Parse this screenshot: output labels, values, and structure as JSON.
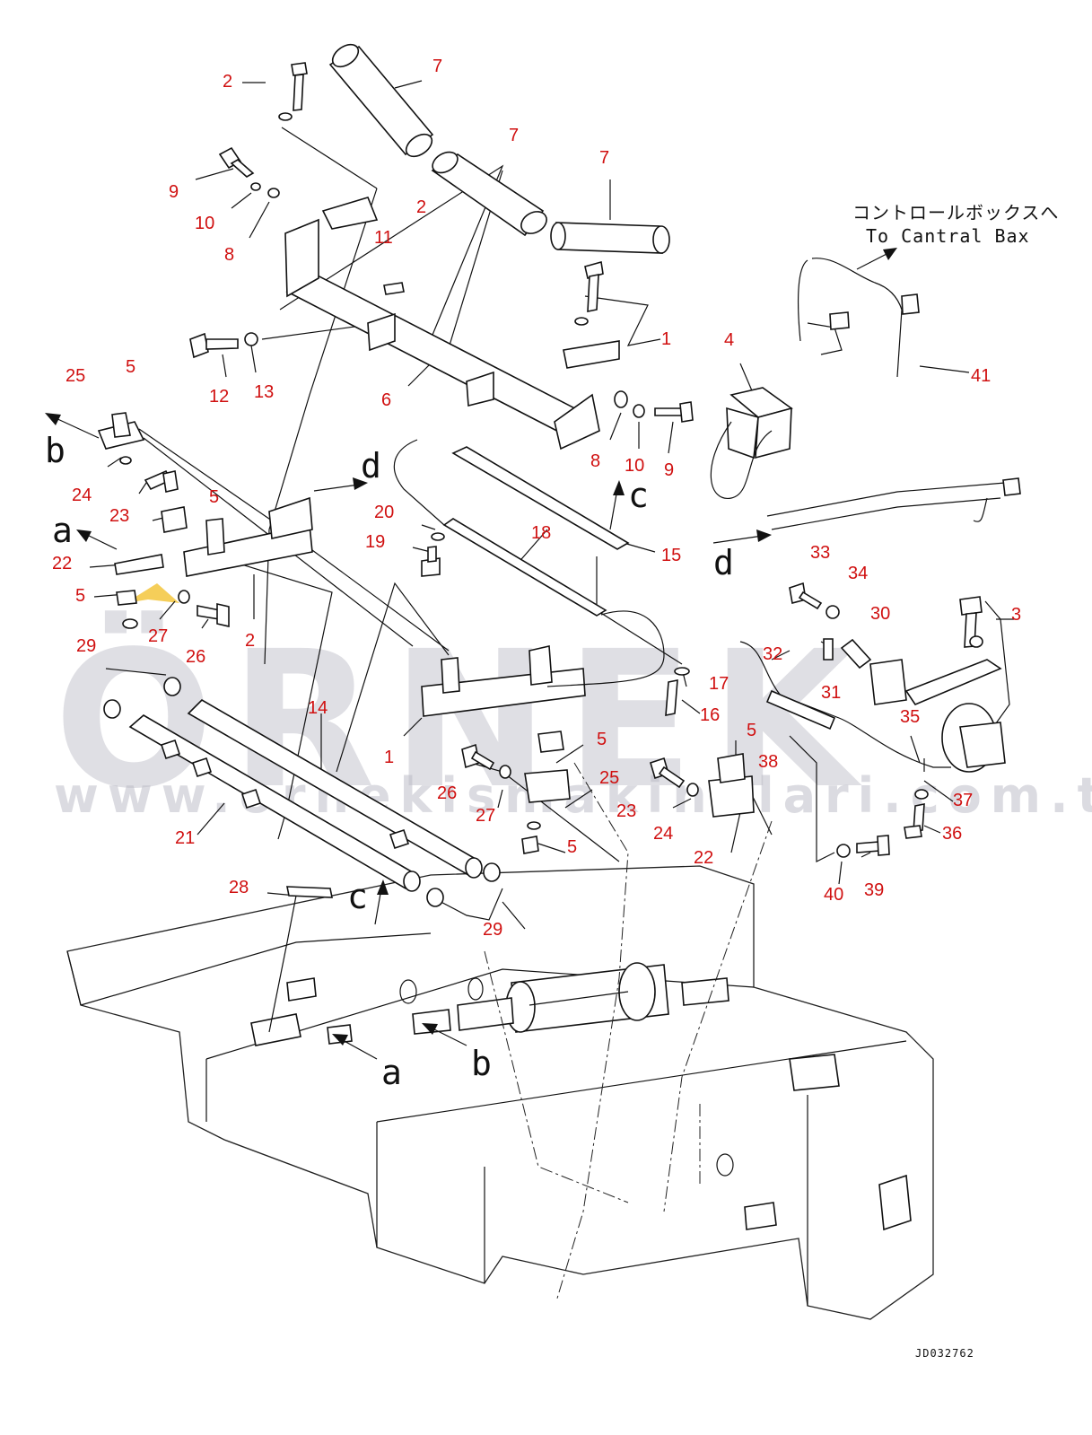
{
  "callouts": {
    "c1": "1",
    "c2": "1",
    "c3": "2",
    "c4": "2",
    "c5": "2",
    "c6": "3",
    "c7": "4",
    "c8": "5",
    "c9": "5",
    "c10": "5",
    "c11": "5",
    "c12": "5",
    "c13": "5",
    "c14": "6",
    "c15": "7",
    "c16": "7",
    "c17": "7",
    "c18": "8",
    "c19": "8",
    "c20": "9",
    "c21": "9",
    "c22": "10",
    "c23": "10",
    "c24": "11",
    "c25": "12",
    "c26": "13",
    "c27": "14",
    "c28": "15",
    "c29": "16",
    "c30": "17",
    "c31": "18",
    "c32": "19",
    "c33": "20",
    "c34": "21",
    "c35": "22",
    "c36": "22",
    "c37": "23",
    "c38": "23",
    "c39": "24",
    "c40": "24",
    "c41": "25",
    "c42": "25",
    "c43": "26",
    "c44": "26",
    "c45": "27",
    "c46": "27",
    "c47": "28",
    "c48": "29",
    "c49": "29",
    "c50": "30",
    "c51": "31",
    "c52": "32",
    "c53": "33",
    "c54": "34",
    "c55": "35",
    "c56": "36",
    "c57": "37",
    "c58": "38",
    "c59": "39",
    "c60": "40",
    "c61": "41"
  },
  "letters": {
    "l1": "b",
    "l2": "a",
    "l3": "d",
    "l4": "c",
    "l5": "d",
    "l6": "c",
    "l7": "a",
    "l8": "b"
  },
  "note": {
    "jp": "コントロールボックスへ",
    "en": "To Cantral Bax"
  },
  "drawing_id": "JD032762",
  "watermark": {
    "brand": "ÖRNEK",
    "url": "www.ornekismakinalari.com.tr"
  },
  "colors": {
    "callout": "#d01010",
    "linework": "#111111",
    "watermark": "#b9b9c4",
    "watermark_accent": "#f2c230"
  }
}
